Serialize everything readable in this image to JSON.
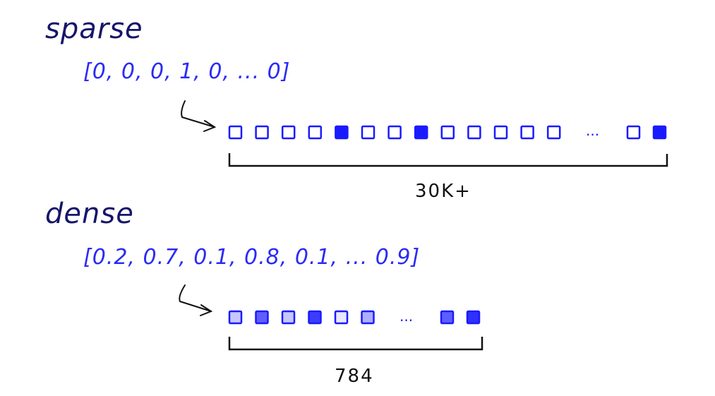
{
  "sparse": {
    "title": "sparse",
    "vector_text": "[0, 0, 0, 1, 0, ... 0]",
    "cells_before_ellipsis": [
      0,
      0,
      0,
      0,
      1,
      0,
      0,
      1,
      0,
      0,
      0,
      0,
      0
    ],
    "cells_after_ellipsis": [
      0,
      1
    ],
    "ellipsis": "...",
    "size_label": "30K+"
  },
  "dense": {
    "title": "dense",
    "vector_text": "[0.2, 0.7, 0.1, 0.8, 0.1, ... 0.9]",
    "cells_before_ellipsis": [
      0.25,
      0.7,
      0.25,
      0.85,
      0.1,
      0.35
    ],
    "cells_after_ellipsis": [
      0.7,
      0.9
    ],
    "ellipsis": "...",
    "size_label": "784"
  },
  "colors": {
    "cell": "#1a1aff",
    "title": "#15156b",
    "vector": "#2b2bf5",
    "bracket": "#111111"
  }
}
